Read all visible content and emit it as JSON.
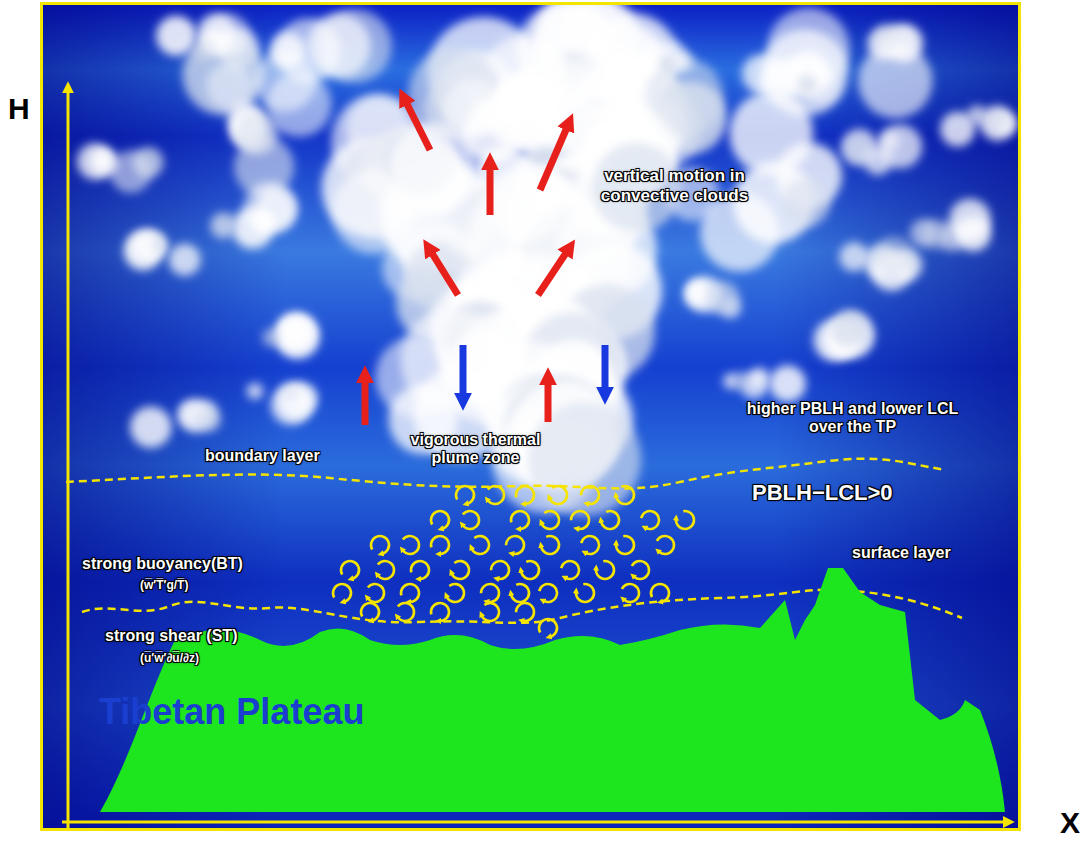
{
  "diagram": {
    "nodes": [
      {
        "text": [
          "Tibetan Plateau"
        ]
      }
    ],
    "labels": [
      "H",
      "X",
      "vertical motion in convective clouds",
      "boundary layer",
      "vigorous thermal plume zone",
      "higher PBLH and lower LCL over the TP",
      "PBLH−LCL>0",
      "strong buoyancy(BT)",
      "(w̅′T̅′g/T̅)",
      "strong shear (ST)",
      "(u̅′w̅′∂u̅/∂z)",
      "surface layer"
    ]
  }
}
